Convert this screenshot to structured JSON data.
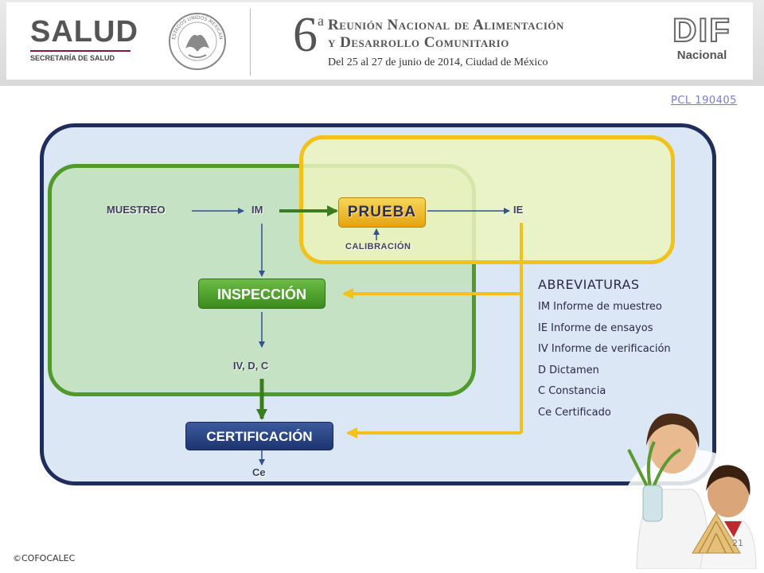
{
  "header": {
    "salud_title": "SALUD",
    "salud_subtitle": "SECRETARÍA DE SALUD",
    "seal_text": "ESTADOS UNIDOS MEXICANOS",
    "edition_number": "6",
    "edition_suffix": "a",
    "event_title_line1": "Reunión Nacional de Alimentación",
    "event_title_line2": "y Desarrollo Comunitario",
    "event_dates": "Del 25 al 27 de junio de 2014, Ciudad de México",
    "dif_logo_letters": "DIF",
    "dif_logo_subtitle": "Nacional"
  },
  "reference_code": "PCL 190405",
  "diagram": {
    "nodes": {
      "muestreo": "MUESTREO",
      "im": "IM",
      "prueba": "PRUEBA",
      "ie": "IE",
      "calibracion": "CALIBRACIÓN",
      "inspeccion": "INSPECCIÓN",
      "iv_d_c": "IV, D, C",
      "certificacion": "CERTIFICACIÓN",
      "ce": "Ce"
    },
    "colors": {
      "outer_border": "#1f2d5c",
      "outer_fill": "#dbe7f4",
      "green_border": "#4f9a2b",
      "green_fill": "#c6e2c4",
      "yellow_border": "#f2c21b",
      "yellow_fill": "#ecf3be",
      "thin_arrow": "#34508f",
      "thick_green_arrow": "#3a7d1e",
      "yellow_arrow": "#f2c21b"
    }
  },
  "abbreviations": {
    "title": "ABREVIATURAS",
    "items": [
      "IM Informe de muestreo",
      "IE Informe de ensayos",
      "IV Informe de verificación",
      "D Dictamen",
      "C Constancia",
      "Ce Certificado"
    ]
  },
  "footer": {
    "copyright": "©COFOCALEC",
    "page_number": "21"
  }
}
